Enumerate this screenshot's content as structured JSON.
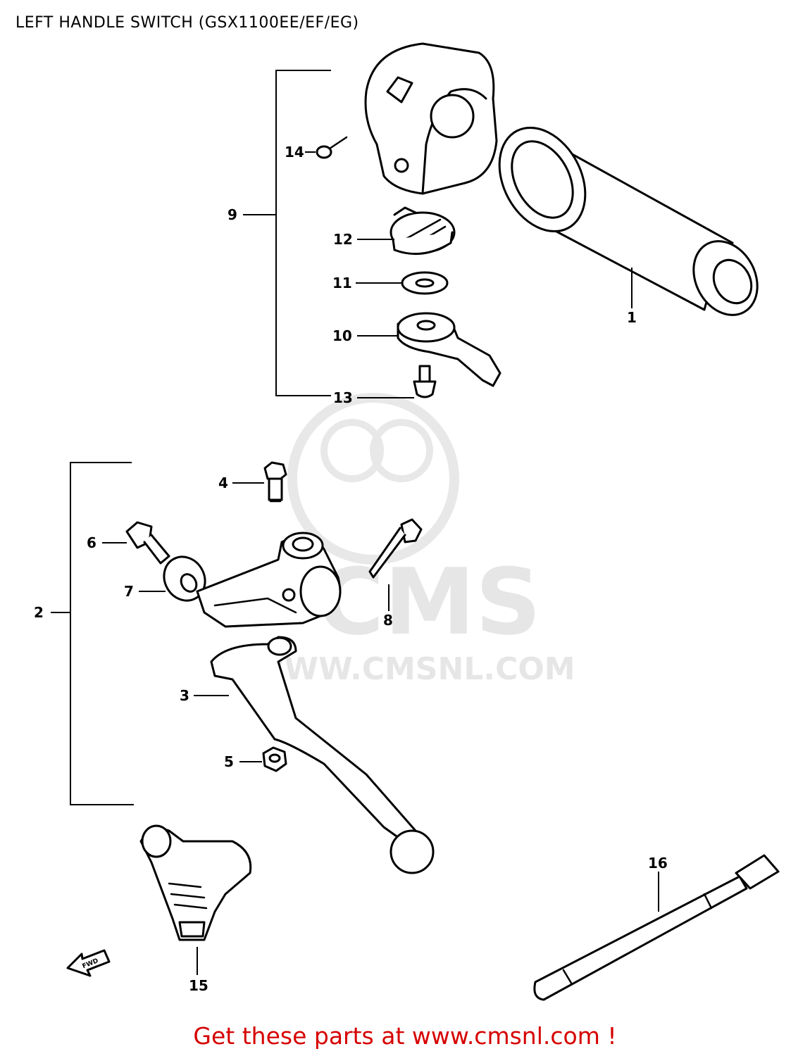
{
  "diagram": {
    "title": "LEFT HANDLE SWITCH (GSX1100EE/EF/EG)",
    "footer": "Get these parts at www.cmsnl.com !",
    "watermark": {
      "brand": "CMS",
      "url": "WWW.CMSNL.COM"
    },
    "callouts": [
      {
        "id": "1",
        "label": "1"
      },
      {
        "id": "2",
        "label": "2"
      },
      {
        "id": "3",
        "label": "3"
      },
      {
        "id": "4",
        "label": "4"
      },
      {
        "id": "5",
        "label": "5"
      },
      {
        "id": "6",
        "label": "6"
      },
      {
        "id": "7",
        "label": "7"
      },
      {
        "id": "8",
        "label": "8"
      },
      {
        "id": "9",
        "label": "9"
      },
      {
        "id": "10",
        "label": "10"
      },
      {
        "id": "11",
        "label": "11"
      },
      {
        "id": "12",
        "label": "12"
      },
      {
        "id": "13",
        "label": "13"
      },
      {
        "id": "14",
        "label": "14"
      },
      {
        "id": "15",
        "label": "15"
      },
      {
        "id": "16",
        "label": "16"
      }
    ],
    "direction_arrow": "FWD",
    "colors": {
      "footer": "#d60000",
      "lines": "#000000",
      "watermark": "#e6e6e6"
    }
  }
}
